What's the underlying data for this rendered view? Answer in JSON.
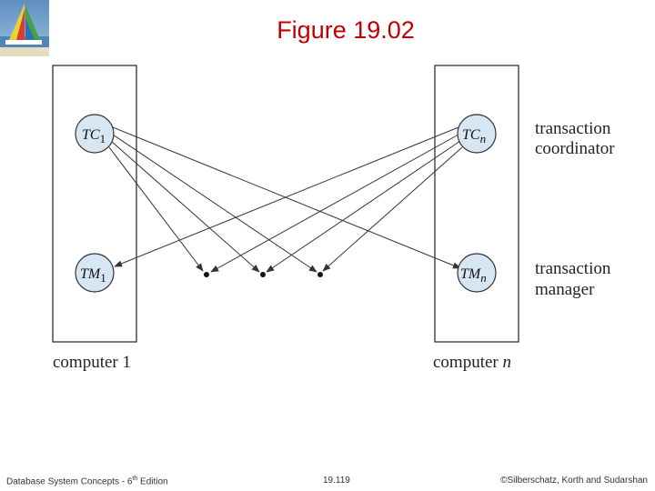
{
  "slide": {
    "title": "Figure 19.02"
  },
  "diagram": {
    "tc1_label": "TC",
    "tc1_sub": "1",
    "tcn_label": "TC",
    "tcn_sub": "n",
    "tm1_label": "TM",
    "tm1_sub": "1",
    "tmn_label": "TM",
    "tmn_sub": "n",
    "computer1_label": "computer 1",
    "computern_label": "computer ",
    "computern_italic": "n",
    "tc_side_label_1": "transaction",
    "tc_side_label_2": "coordinator",
    "tm_side_label_1": "transaction",
    "tm_side_label_2": "manager"
  },
  "footer": {
    "left_prefix": "Database System Concepts - 6",
    "left_sup": "th",
    "left_suffix": " Edition",
    "center": "19.119",
    "right": "©Silberschatz, Korth and Sudarshan"
  },
  "colors": {
    "title": "#c00000",
    "node_fill": "#d6e6f2",
    "stroke": "#333333"
  }
}
